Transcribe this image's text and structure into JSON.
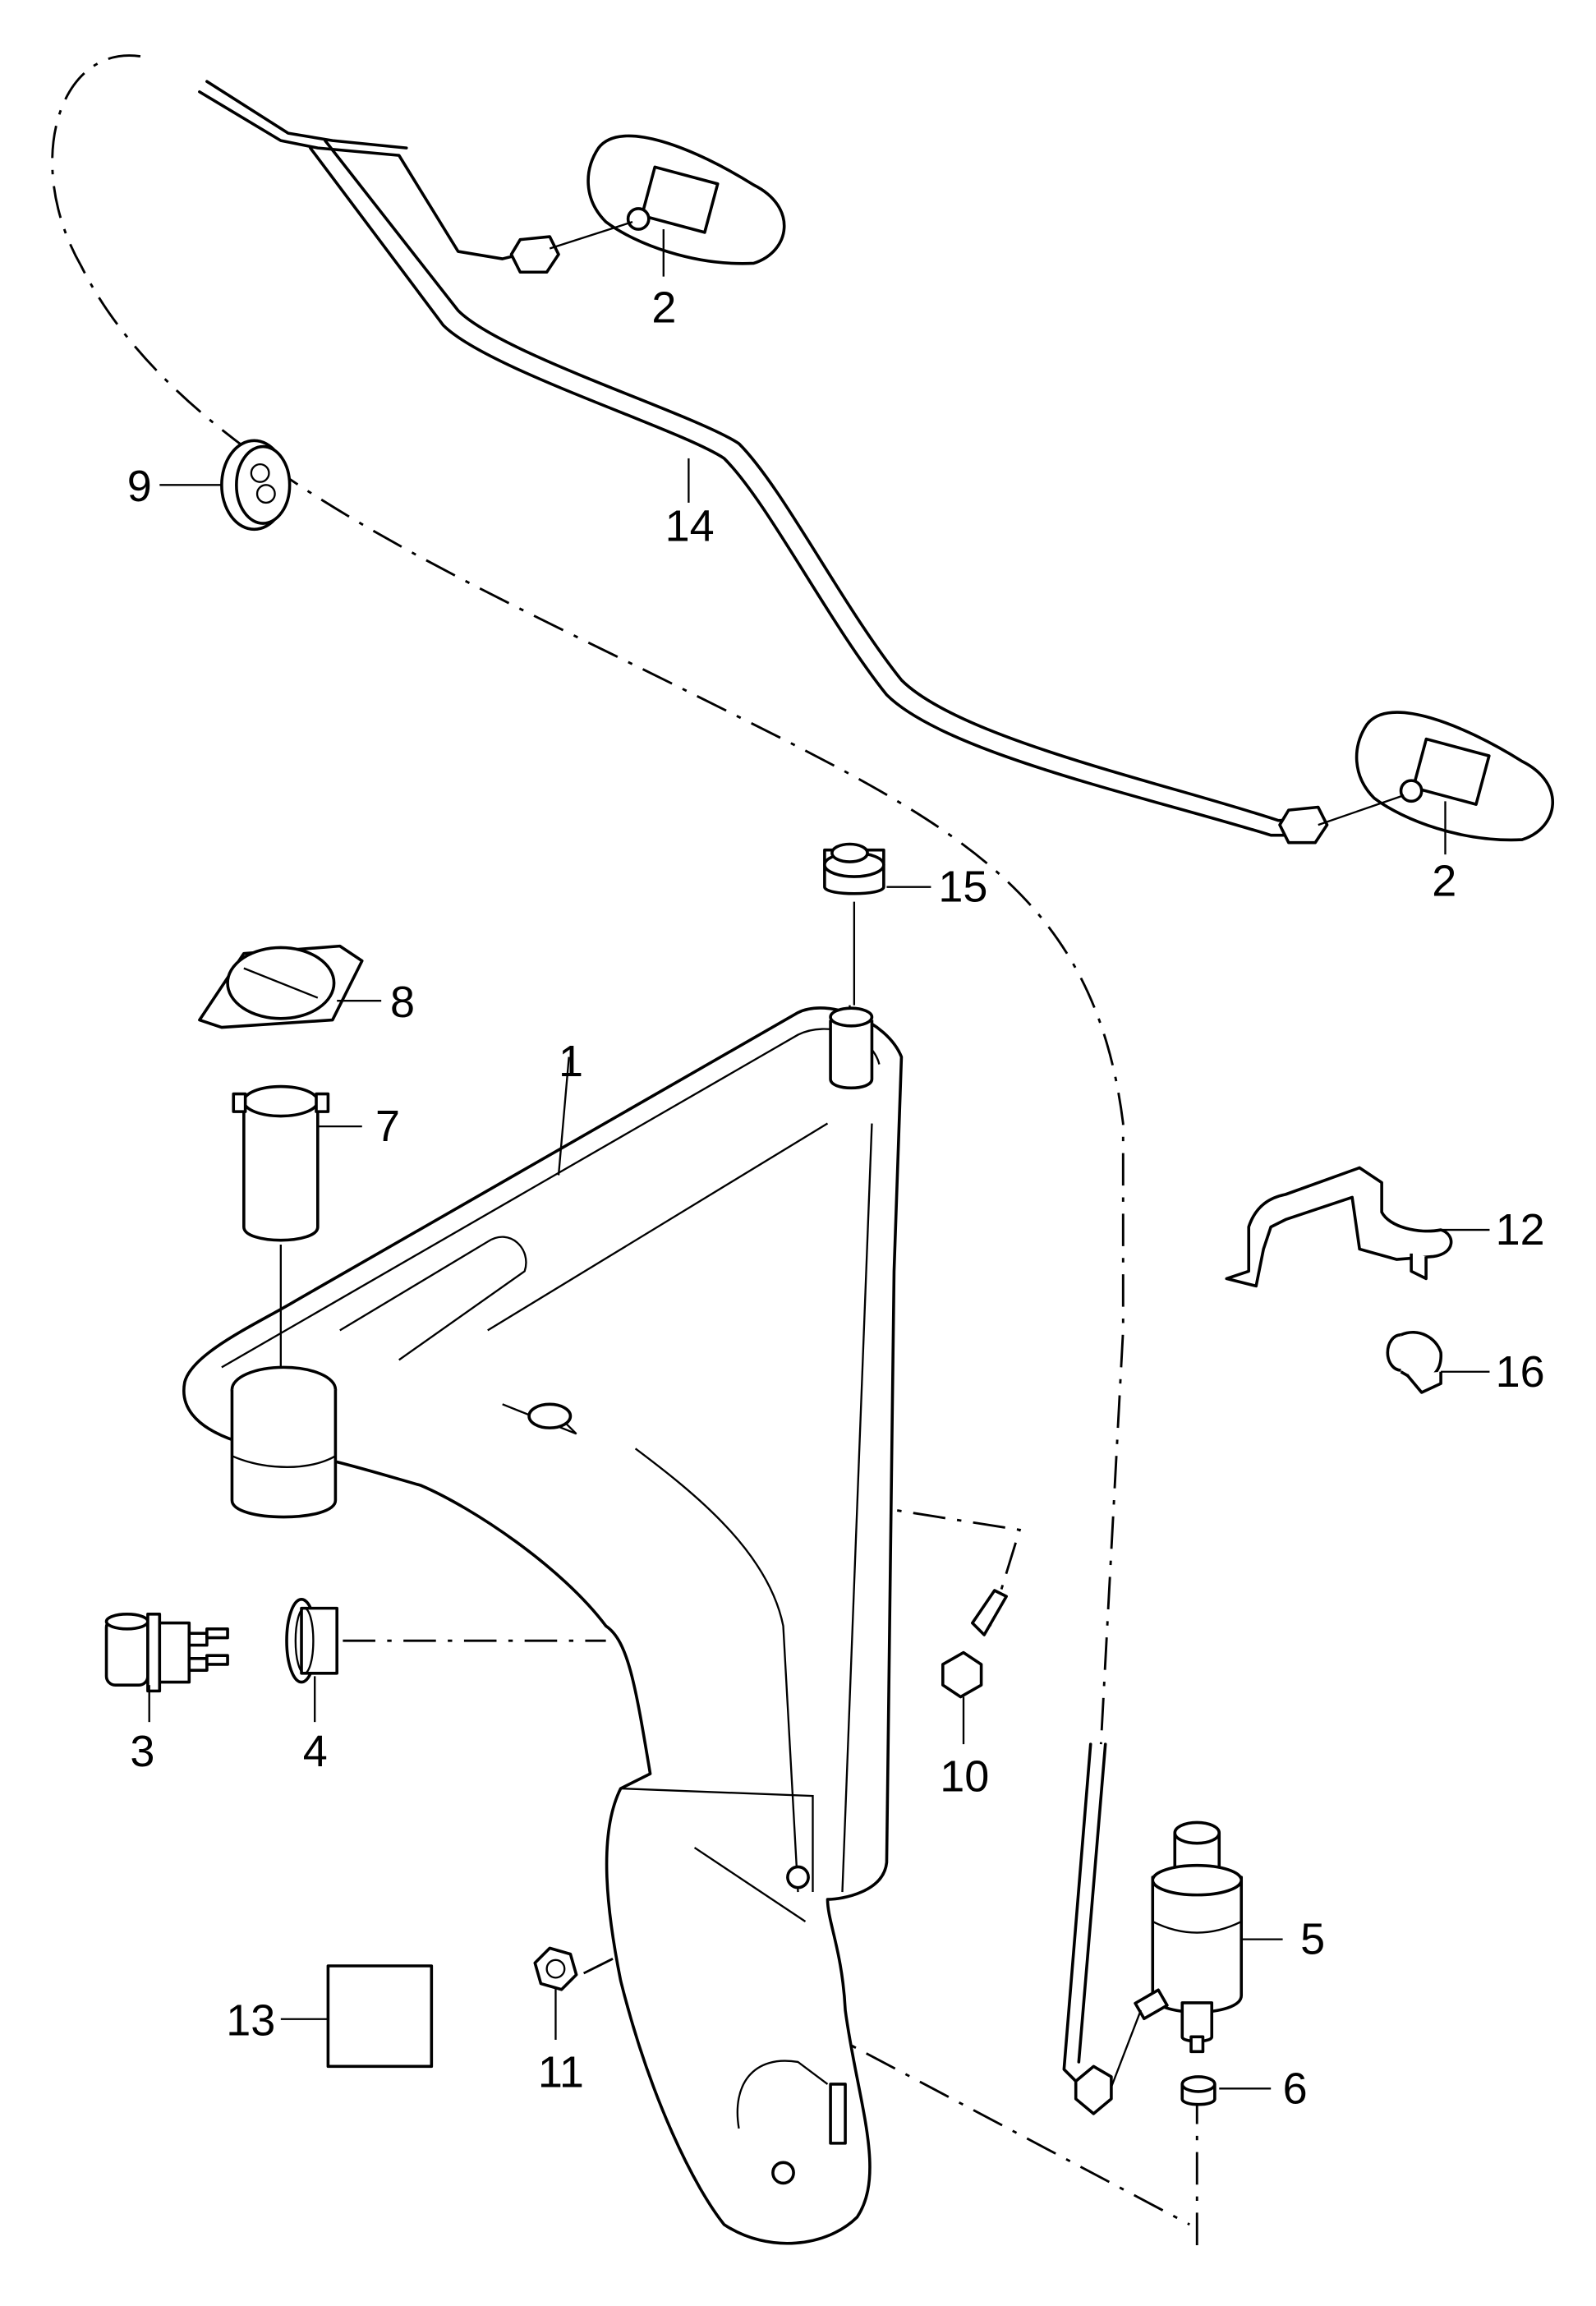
{
  "diagram": {
    "type": "exploded parts diagram",
    "subject": "windshield / headlight washer reservoir assembly",
    "callouts": [
      {
        "id": "c1",
        "label": "1",
        "part": "reservoir"
      },
      {
        "id": "c2a",
        "label": "2",
        "part": "washer nozzle (upper)"
      },
      {
        "id": "c2b",
        "label": "2",
        "part": "washer nozzle (right)"
      },
      {
        "id": "c3",
        "label": "3",
        "part": "level sensor"
      },
      {
        "id": "c4",
        "label": "4",
        "part": "grommet"
      },
      {
        "id": "c5",
        "label": "5",
        "part": "washer pump"
      },
      {
        "id": "c6",
        "label": "6",
        "part": "grommet"
      },
      {
        "id": "c7",
        "label": "7",
        "part": "filler neck / strainer"
      },
      {
        "id": "c8",
        "label": "8",
        "part": "cap"
      },
      {
        "id": "c9",
        "label": "9",
        "part": "grommet"
      },
      {
        "id": "c10",
        "label": "10",
        "part": "bolt"
      },
      {
        "id": "c11",
        "label": "11",
        "part": "nut"
      },
      {
        "id": "c12",
        "label": "12",
        "part": "bracket"
      },
      {
        "id": "c13",
        "label": "13",
        "part": "label / placeholder box"
      },
      {
        "id": "c14",
        "label": "14",
        "part": "hose"
      },
      {
        "id": "c15",
        "label": "15",
        "part": "cap"
      },
      {
        "id": "c16",
        "label": "16",
        "part": "clip"
      }
    ]
  }
}
